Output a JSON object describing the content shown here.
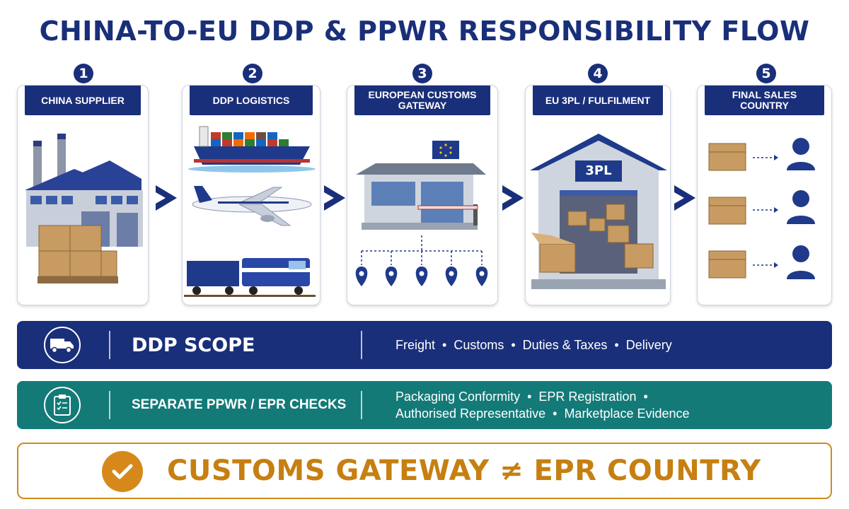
{
  "title": "CHINA-TO-EU DDP & PPWR RESPONSIBILITY FLOW",
  "steps": [
    {
      "number": "1",
      "label": "CHINA SUPPLIER"
    },
    {
      "number": "2",
      "label": "DDP LOGISTICS"
    },
    {
      "number": "3",
      "label": "EUROPEAN CUSTOMS GATEWAY"
    },
    {
      "number": "4",
      "label": "EU 3PL / FULFILMENT"
    },
    {
      "number": "5",
      "label": "FINAL SALES COUNTRY"
    }
  ],
  "warehouse_sign": "3PL",
  "ddp": {
    "title": "DDP SCOPE",
    "items": [
      "Freight",
      "Customs",
      "Duties & Taxes",
      "Delivery"
    ]
  },
  "ppwr": {
    "title": "SEPARATE PPWR / EPR CHECKS",
    "items": [
      "Packaging Conformity",
      "EPR Registration",
      "Authorised Representative",
      "Marketplace Evidence"
    ]
  },
  "banner": {
    "text": "CUSTOMS GATEWAY ≠ EPR COUNTRY"
  },
  "icons": {
    "ddp": "truck-icon",
    "ppwr": "clipboard-checklist-icon",
    "banner": "checkmark-icon"
  },
  "colors": {
    "navy": "#1a2f7a",
    "teal": "#137a78",
    "orange": "#d6891a"
  }
}
